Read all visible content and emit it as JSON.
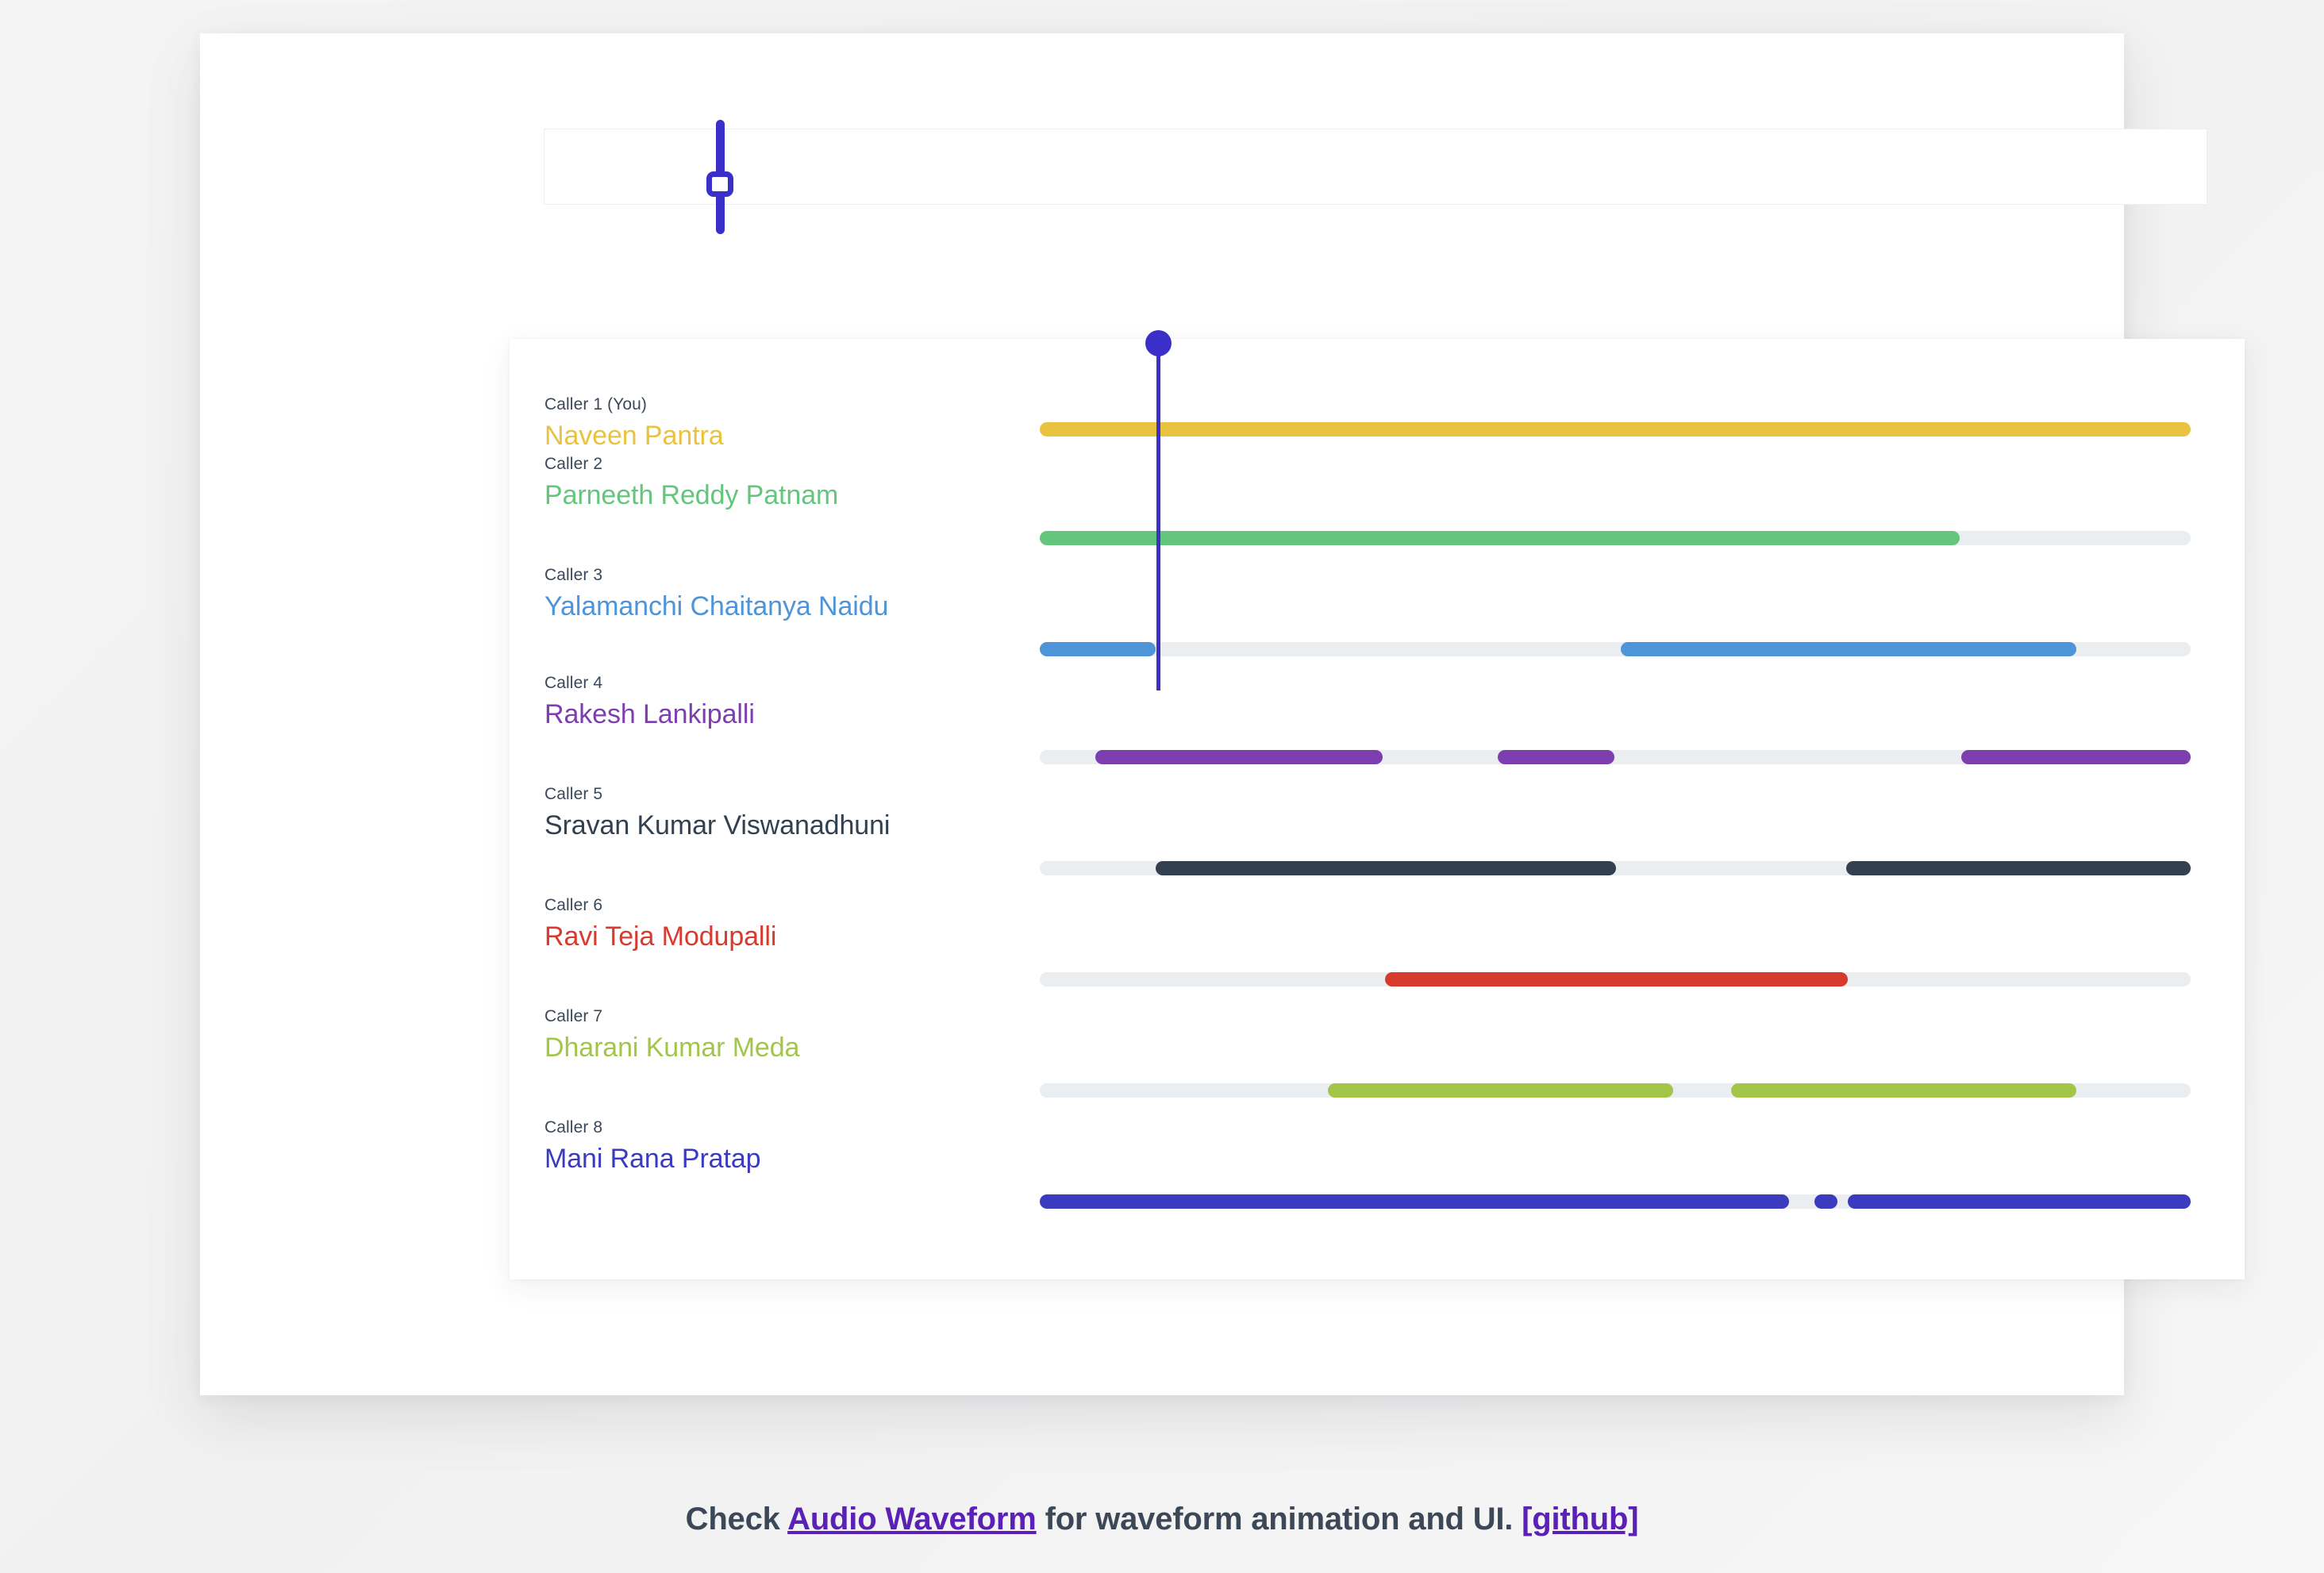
{
  "page": {
    "background_color": "#f2f2f2",
    "accent_color": "#3b2fc9"
  },
  "slider": {
    "name": "vertical-playhead-slider",
    "value_position_pct": 10.3,
    "color": "#3b2fc9"
  },
  "playhead": {
    "position_pct": 10.1,
    "color": "#3b2fc9"
  },
  "track": {
    "background_color": "#ebeef0"
  },
  "chart_data": {
    "type": "bar",
    "title": "",
    "xlabel": "",
    "ylabel": "",
    "xlim": [
      0,
      100
    ],
    "grid": false,
    "legend": "none",
    "categories": [
      "Naveen Pantra",
      "Parneeth Reddy Patnam",
      "Yalamanchi Chaitanya Naidu",
      "Rakesh Lankipalli",
      "Sravan Kumar Viswanadhuni",
      "Ravi Teja Modupalli",
      "Dharani Kumar Meda",
      "Mani Rana Pratap"
    ],
    "series": [
      {
        "name": "Naveen Pantra",
        "segments": [
          [
            0,
            100
          ]
        ]
      },
      {
        "name": "Parneeth Reddy Patnam",
        "segments": [
          [
            0,
            79.9
          ]
        ]
      },
      {
        "name": "Yalamanchi Chaitanya Naidu",
        "segments": [
          [
            0,
            10.1
          ],
          [
            50.5,
            90.1
          ]
        ]
      },
      {
        "name": "Rakesh Lankipalli",
        "segments": [
          [
            4.8,
            29.8
          ],
          [
            39.8,
            49.9
          ],
          [
            80.1,
            100
          ]
        ]
      },
      {
        "name": "Sravan Kumar Viswanadhuni",
        "segments": [
          [
            10.1,
            50.1
          ],
          [
            70.1,
            100
          ]
        ]
      },
      {
        "name": "Ravi Teja Modupalli",
        "segments": [
          [
            30.0,
            70.2
          ]
        ]
      },
      {
        "name": "Dharani Kumar Meda",
        "segments": [
          [
            25.0,
            55.0
          ],
          [
            60.1,
            90.1
          ]
        ]
      },
      {
        "name": "Mani Rana Pratap",
        "segments": [
          [
            0,
            65.1
          ],
          [
            67.3,
            69.3
          ],
          [
            70.2,
            100
          ]
        ]
      }
    ]
  },
  "callers": [
    {
      "number_label": "Caller 1 (You)",
      "name": "Naveen Pantra",
      "color": "#e9c33f",
      "segments": [
        [
          0,
          100
        ]
      ]
    },
    {
      "number_label": "Caller 2",
      "name": "Parneeth Reddy Patnam",
      "color": "#63c67c",
      "segments": [
        [
          0,
          79.9
        ]
      ]
    },
    {
      "number_label": "Caller 3",
      "name": "Yalamanchi Chaitanya Naidu",
      "color": "#4d95d8",
      "segments": [
        [
          0,
          10.1
        ],
        [
          50.5,
          90.1
        ]
      ]
    },
    {
      "number_label": "Caller 4",
      "name": "Rakesh Lankipalli",
      "color": "#7d3eb0",
      "segments": [
        [
          4.8,
          29.8
        ],
        [
          39.8,
          49.9
        ],
        [
          80.1,
          100
        ]
      ]
    },
    {
      "number_label": "Caller 5",
      "name": "Sravan Kumar Viswanadhuni",
      "color": "#32404f",
      "segments": [
        [
          10.1,
          50.1
        ],
        [
          70.1,
          100
        ]
      ]
    },
    {
      "number_label": "Caller 6",
      "name": "Ravi Teja Modupalli",
      "color": "#d73b2e",
      "segments": [
        [
          30.0,
          70.2
        ]
      ]
    },
    {
      "number_label": "Caller 7",
      "name": "Dharani Kumar Meda",
      "color": "#a3c64a",
      "segments": [
        [
          25.0,
          55.0
        ],
        [
          60.1,
          90.1
        ]
      ]
    },
    {
      "number_label": "Caller 8",
      "name": "Mani Rana Pratap",
      "color": "#3b3bc0",
      "segments": [
        [
          0,
          65.1
        ],
        [
          67.3,
          69.3
        ],
        [
          70.2,
          100
        ]
      ]
    }
  ],
  "footer": {
    "prefix": "Check ",
    "link1": "Audio Waveform",
    "middle": " for waveform animation and UI. ",
    "link2": "[github]"
  }
}
